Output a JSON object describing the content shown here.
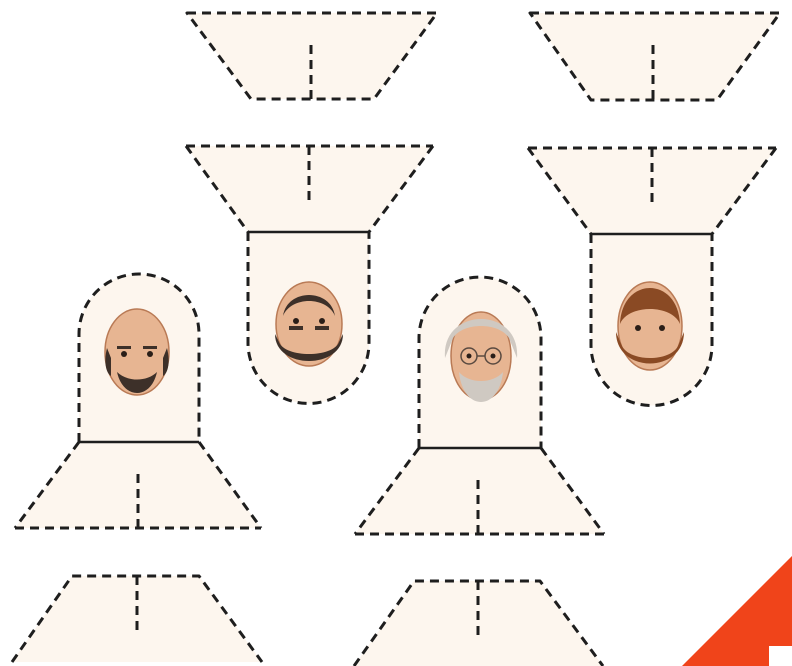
{
  "colors": {
    "paper": "#ffffff",
    "piece_fill": "#fdf6ee",
    "outline": "#1e1e1e",
    "corner_accent": "#f0441a",
    "corner_mark": "#ffffff",
    "skin": "#e7b592",
    "skin_shadow": "#b97a55",
    "hair_dark": "#3d3029",
    "hair_grey": "#cfc9c2",
    "beard_ginger": "#8a4a24"
  },
  "cutout": {
    "kind": "paper cut-out figures (print-and-fold template)",
    "line_style": "dashed = cut or fold, solid = fold",
    "pieces": [
      {
        "id": "base-top-1",
        "type": "trapezoid-base",
        "orientation": "inverted"
      },
      {
        "id": "base-top-2",
        "type": "trapezoid-base",
        "orientation": "inverted"
      },
      {
        "id": "figure-1",
        "type": "figure",
        "orientation": "upright",
        "face": "bald-man-beard-icon"
      },
      {
        "id": "figure-2",
        "type": "figure",
        "orientation": "inverted",
        "face": "dark-hair-man-icon"
      },
      {
        "id": "figure-3",
        "type": "figure",
        "orientation": "upright",
        "face": "grey-hair-glasses-man-icon"
      },
      {
        "id": "figure-4",
        "type": "figure",
        "orientation": "inverted",
        "face": "ginger-beard-man-icon"
      },
      {
        "id": "base-bottom-1",
        "type": "trapezoid-base",
        "orientation": "upright"
      },
      {
        "id": "base-bottom-2",
        "type": "trapezoid-base",
        "orientation": "upright"
      }
    ]
  },
  "decor": {
    "corner": "orange-corner-triangle-icon"
  }
}
